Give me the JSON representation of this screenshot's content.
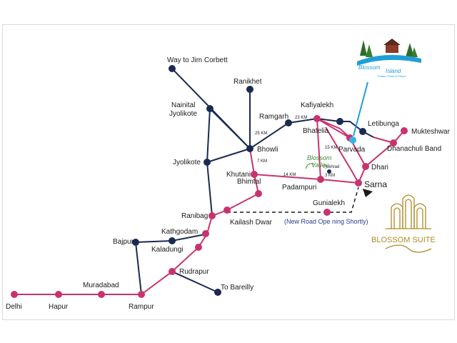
{
  "colors": {
    "pink_route": "#c8336f",
    "navy_route": "#1c2a52",
    "pink_node": "#c8336f",
    "navy_node": "#1c2a52",
    "label": "#1a1a1a",
    "new_road_note": "#2a3c8f",
    "blossom_island_blue": "#1f9fd6",
    "blossom_suite_gold": "#b08a22",
    "blossom_valley_green": "#3f8f3a"
  },
  "places": {
    "delhi": "Delhi",
    "hapur": "Hapur",
    "muradabad": "Muradabad",
    "rampur": "Rampur",
    "bajpur": "Bajpur",
    "rudrapur": "Rudrapur",
    "to_bareilly": "To Bareilly",
    "kaladungi": "Kaladungi",
    "kathgodam": "Kathgodam",
    "ranibag": "Ranibag",
    "kailash_dwar": "Kailash Dwar",
    "bhimtal": "Bhimtal",
    "khutani": "Khutani",
    "jyolikote": "Jyolikote",
    "nainital_line1": "Nainital",
    "nainital_line2": "Jyolikote",
    "way_to_jim_corbett": "Way to Jim Corbett",
    "ranikhet": "Ranikhet",
    "bhowli": "Bhowli",
    "ramgarh": "Ramgarh",
    "kafiyalekh": "Kafiyalekh",
    "bhatelia": "Bhatelia",
    "parvada": "Parvada",
    "letibunga": "Letibunga",
    "mukteshwar": "Mukteshwar",
    "dhanachuli_band": "Dhanachuli Band",
    "dhari": "Dhari",
    "padampuri": "Padampuri",
    "sarna": "Sarna",
    "gunialekh": "Gunialekh",
    "pokhrad": "Pokhrad"
  },
  "distances": {
    "ramgarh_bhowli": "25 KM",
    "ramgarh_kafiyalekh": "23 KM",
    "bhowli_khutani": "7 KM",
    "khutani_padampuri": "14 KM",
    "kafiyalekh_pokhrad": "15 KM",
    "pokhrad_padampuri": "3 KM"
  },
  "new_road_note": "(New Road Ope ning Shortly)",
  "logos": {
    "blossom_island": {
      "line1": "Blossom",
      "line2": "Island",
      "tagline": "Peaks, Pines & Peace"
    },
    "blossom_valley": {
      "line1": "Blossom",
      "line2": "Valley"
    },
    "blossom_suite": {
      "text": "BLOSSOM SUITE"
    }
  }
}
